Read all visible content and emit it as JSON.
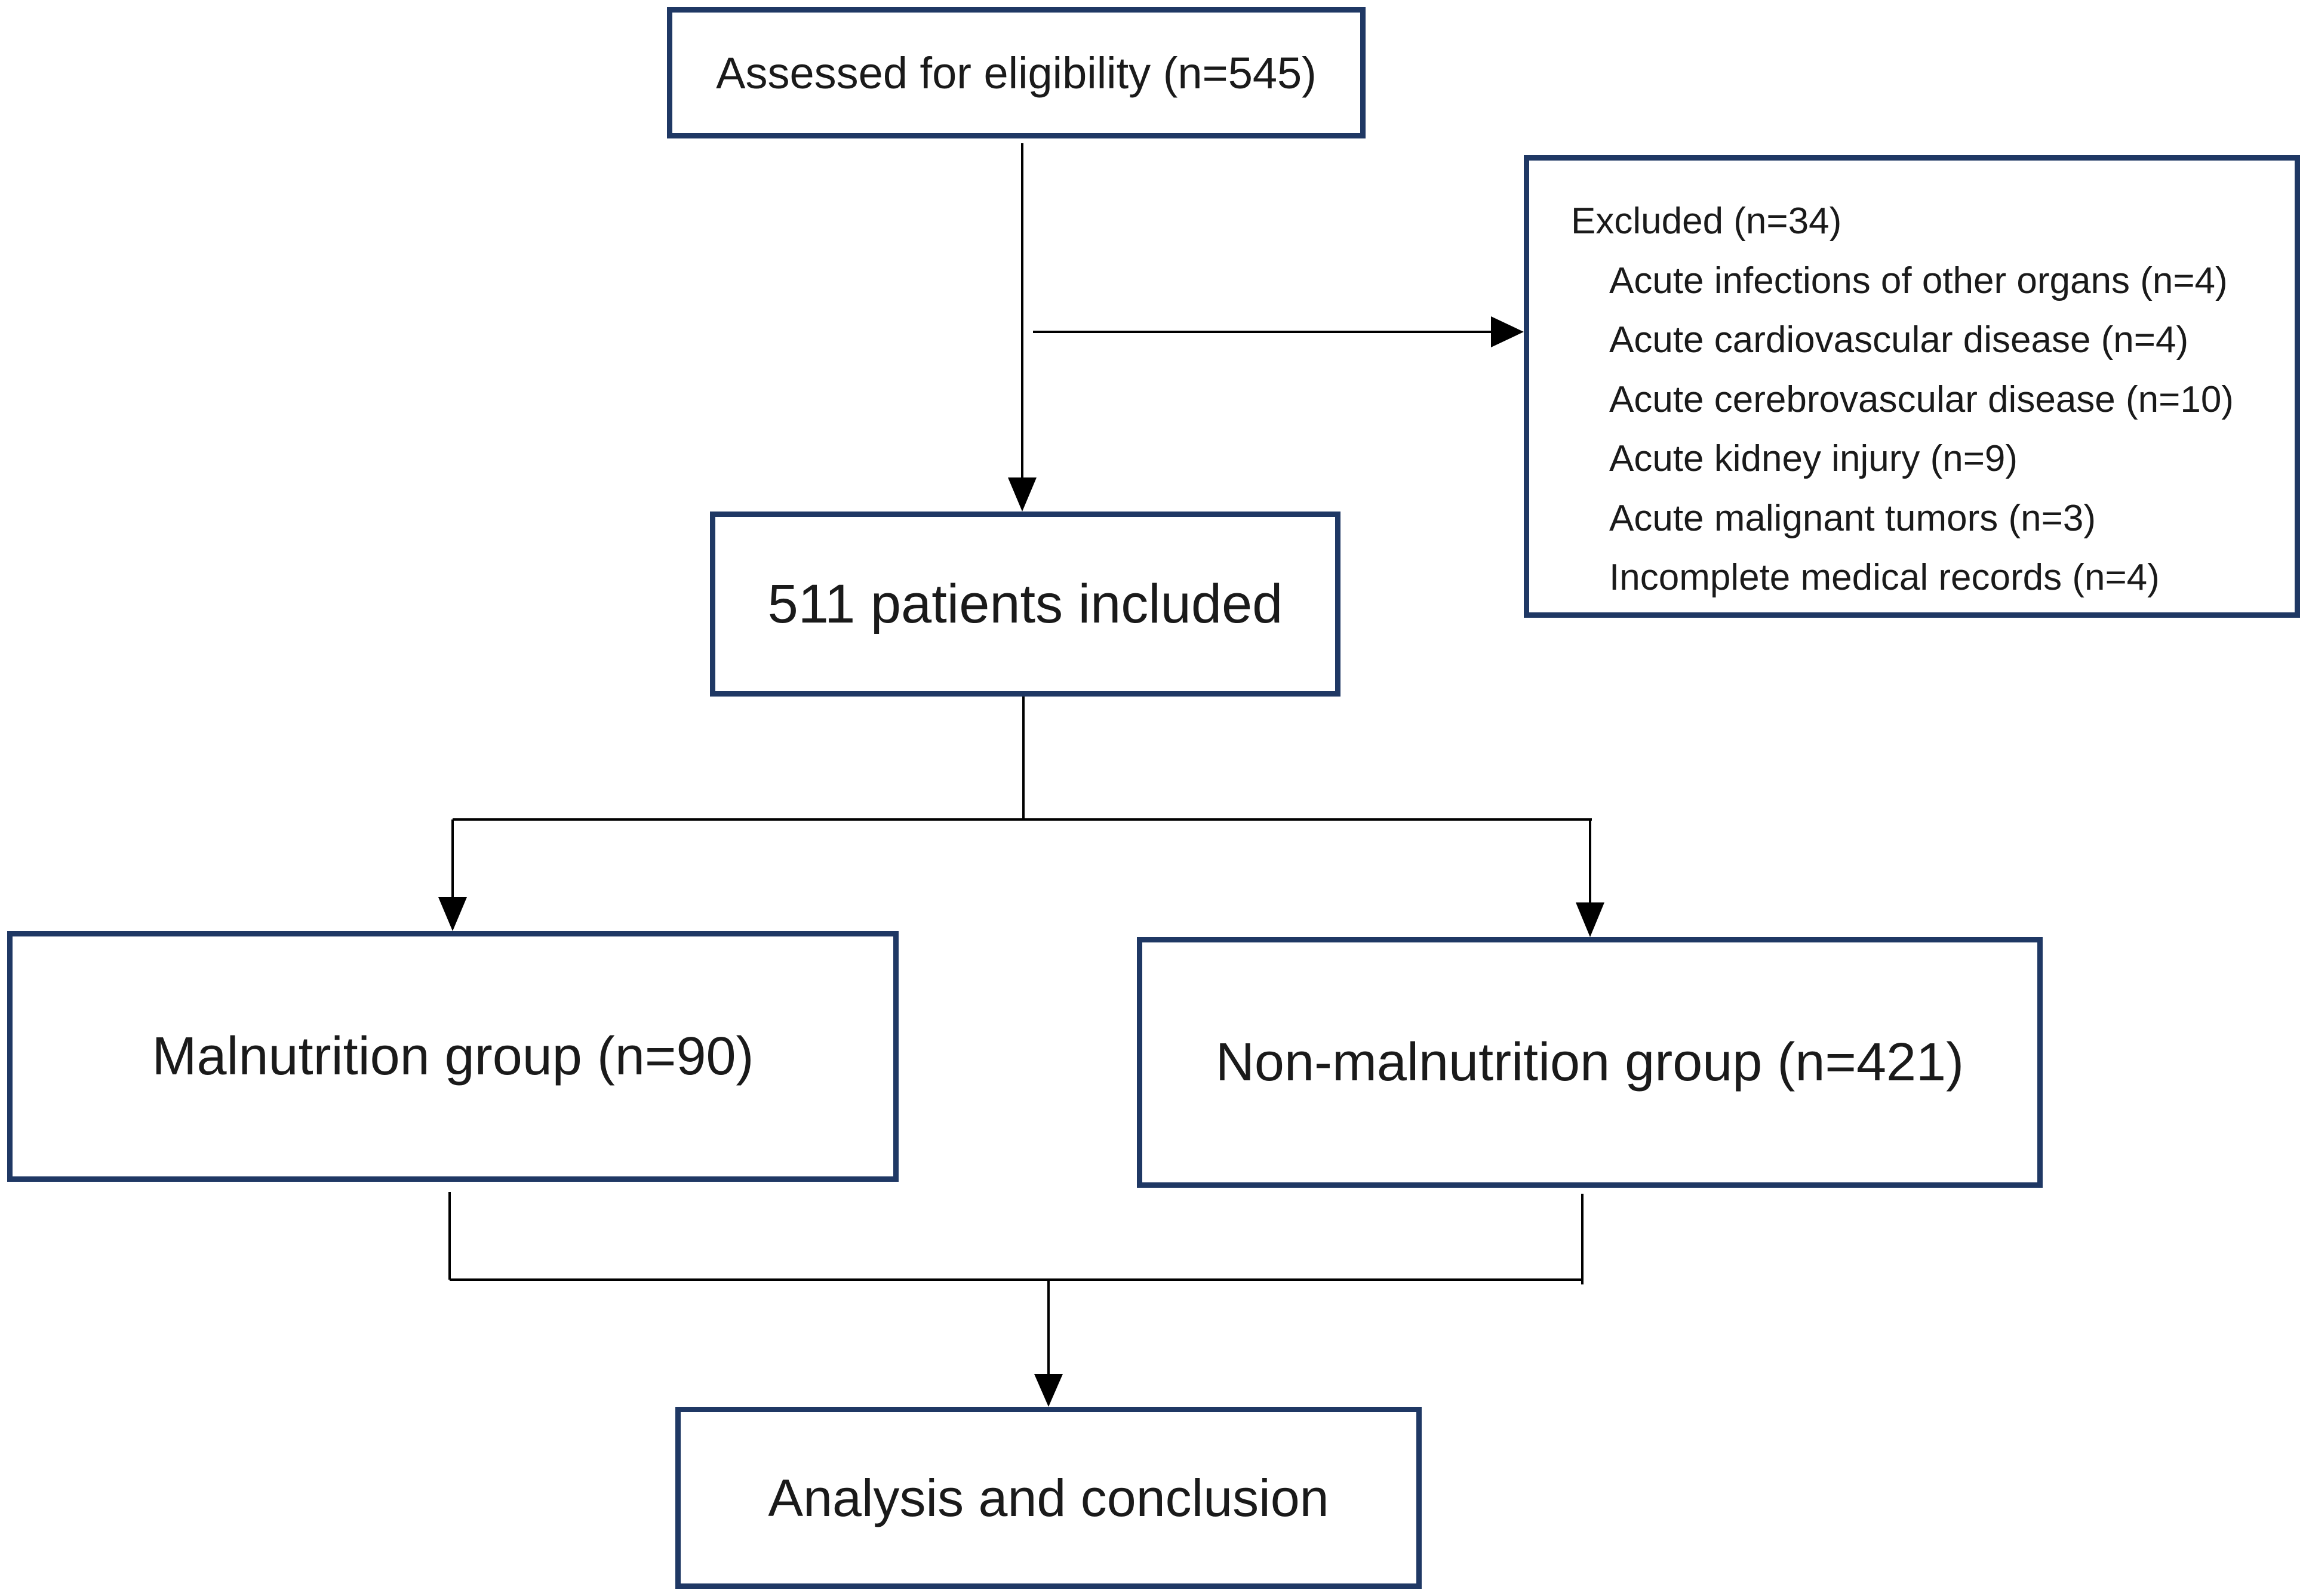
{
  "flowchart": {
    "assessed": "Assessed for eligibility (n=545)",
    "excluded": {
      "title": "Excluded (n=34)",
      "items": [
        "Acute infections of other organs (n=4)",
        "Acute cardiovascular disease (n=4)",
        "Acute cerebrovascular disease (n=10)",
        "Acute kidney injury (n=9)",
        "Acute malignant tumors (n=3)",
        "Incomplete medical records (n=4)"
      ]
    },
    "included": "511 patients included",
    "malnutrition_group": "Malnutrition group (n=90)",
    "non_malnutrition_group": "Non-malnutrition group (n=421)",
    "analysis": "Analysis and conclusion"
  },
  "colors": {
    "box_border": "#1f3864",
    "connector": "#000000",
    "text": "#1a1a1a"
  }
}
